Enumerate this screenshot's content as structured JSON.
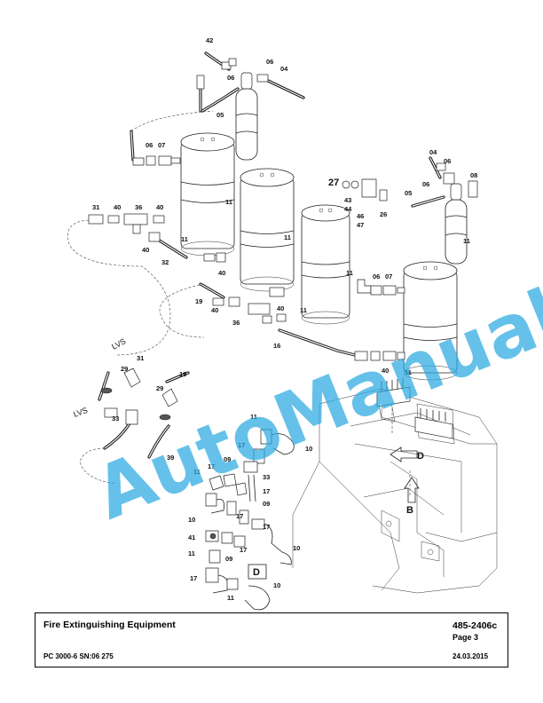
{
  "diagram": {
    "part_labels": [
      "42",
      "06",
      "04",
      "06",
      "05",
      "06",
      "07",
      "11",
      "31",
      "40",
      "36",
      "40",
      "11",
      "40",
      "32",
      "40",
      "11",
      "27",
      "43",
      "44",
      "46",
      "47",
      "26",
      "04",
      "06",
      "08",
      "06",
      "05",
      "11",
      "06",
      "07",
      "11",
      "19",
      "40",
      "36",
      "40",
      "11",
      "16",
      "40",
      "11",
      "LVS",
      "31",
      "29",
      "29",
      "19",
      "LVS",
      "33",
      "39",
      "11",
      "10",
      "17",
      "09",
      "33",
      "11",
      "17",
      "17",
      "10",
      "09",
      "17",
      "41",
      "17",
      "10",
      "11",
      "09",
      "17",
      "17",
      "11",
      "10",
      "D",
      "B",
      "D"
    ],
    "watermark": "AutoManual"
  },
  "footer": {
    "title": "Fire Extinguishing Equipment",
    "doc_number": "485-2406c",
    "page": "Page 3",
    "model": "PC 3000-6 SN:06 275",
    "date": "24.03.2015"
  }
}
